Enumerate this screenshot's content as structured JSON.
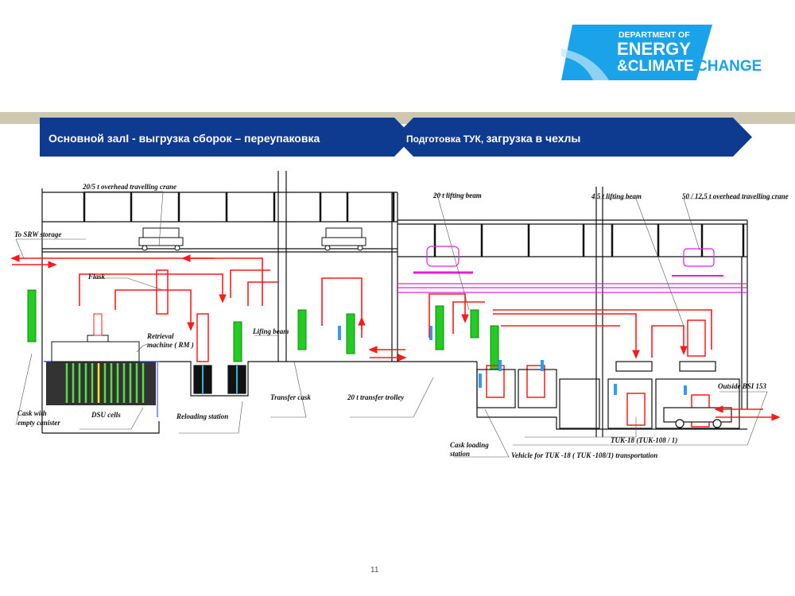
{
  "logo": {
    "line1": "DEPARTMENT OF",
    "line2": "ENERGY",
    "line3a": "&CLIMATE",
    "line3b": "CHANGE",
    "color": "#1aa3e8"
  },
  "banners": [
    {
      "label": "Основной залІ  - выгрузка сборок  – переупаковка",
      "color": "#0e3a8f"
    },
    {
      "label_small": "Подготовка ТУК, ",
      "label": "загрузка в чехлы",
      "color": "#0e3a8f"
    }
  ],
  "diagram": {
    "labels": {
      "crane_left": "20/5  t overhead travelling crane",
      "srw": "To SRW storage",
      "flask": "Flask",
      "retrieval1": "Retrieval",
      "retrieval2": "machine  ( RM )",
      "lifting_beam": "Lifing beam",
      "cask_empty1": "Cask with",
      "cask_empty2": "empty canister",
      "dsu": "DSU cells",
      "reloading": "Reloading station",
      "transfer_cask": "Transfer cask",
      "trolley": "20 t transfer trolley",
      "lifting_beam_20": "20  t lifting beam",
      "lifting_beam_45": "4 5  t lifting beam",
      "crane_right": "50 / 12,5  t overhead travelling crane",
      "outside": "Outside BSI  153",
      "cask_loading1": "Cask loading",
      "cask_loading2": "station",
      "tuk": "TUK-18 (TUK-108 / 1)",
      "vehicle": "Vehicle for  TUK -18 ( TUK -108/1) transportation"
    },
    "colors": {
      "flow": "#ff1a1a",
      "cask": "#22cc22",
      "crane_right": "#e020e0",
      "operator": "#3399ff",
      "structure": "#111111"
    }
  },
  "footer": {
    "page_number": "11"
  }
}
